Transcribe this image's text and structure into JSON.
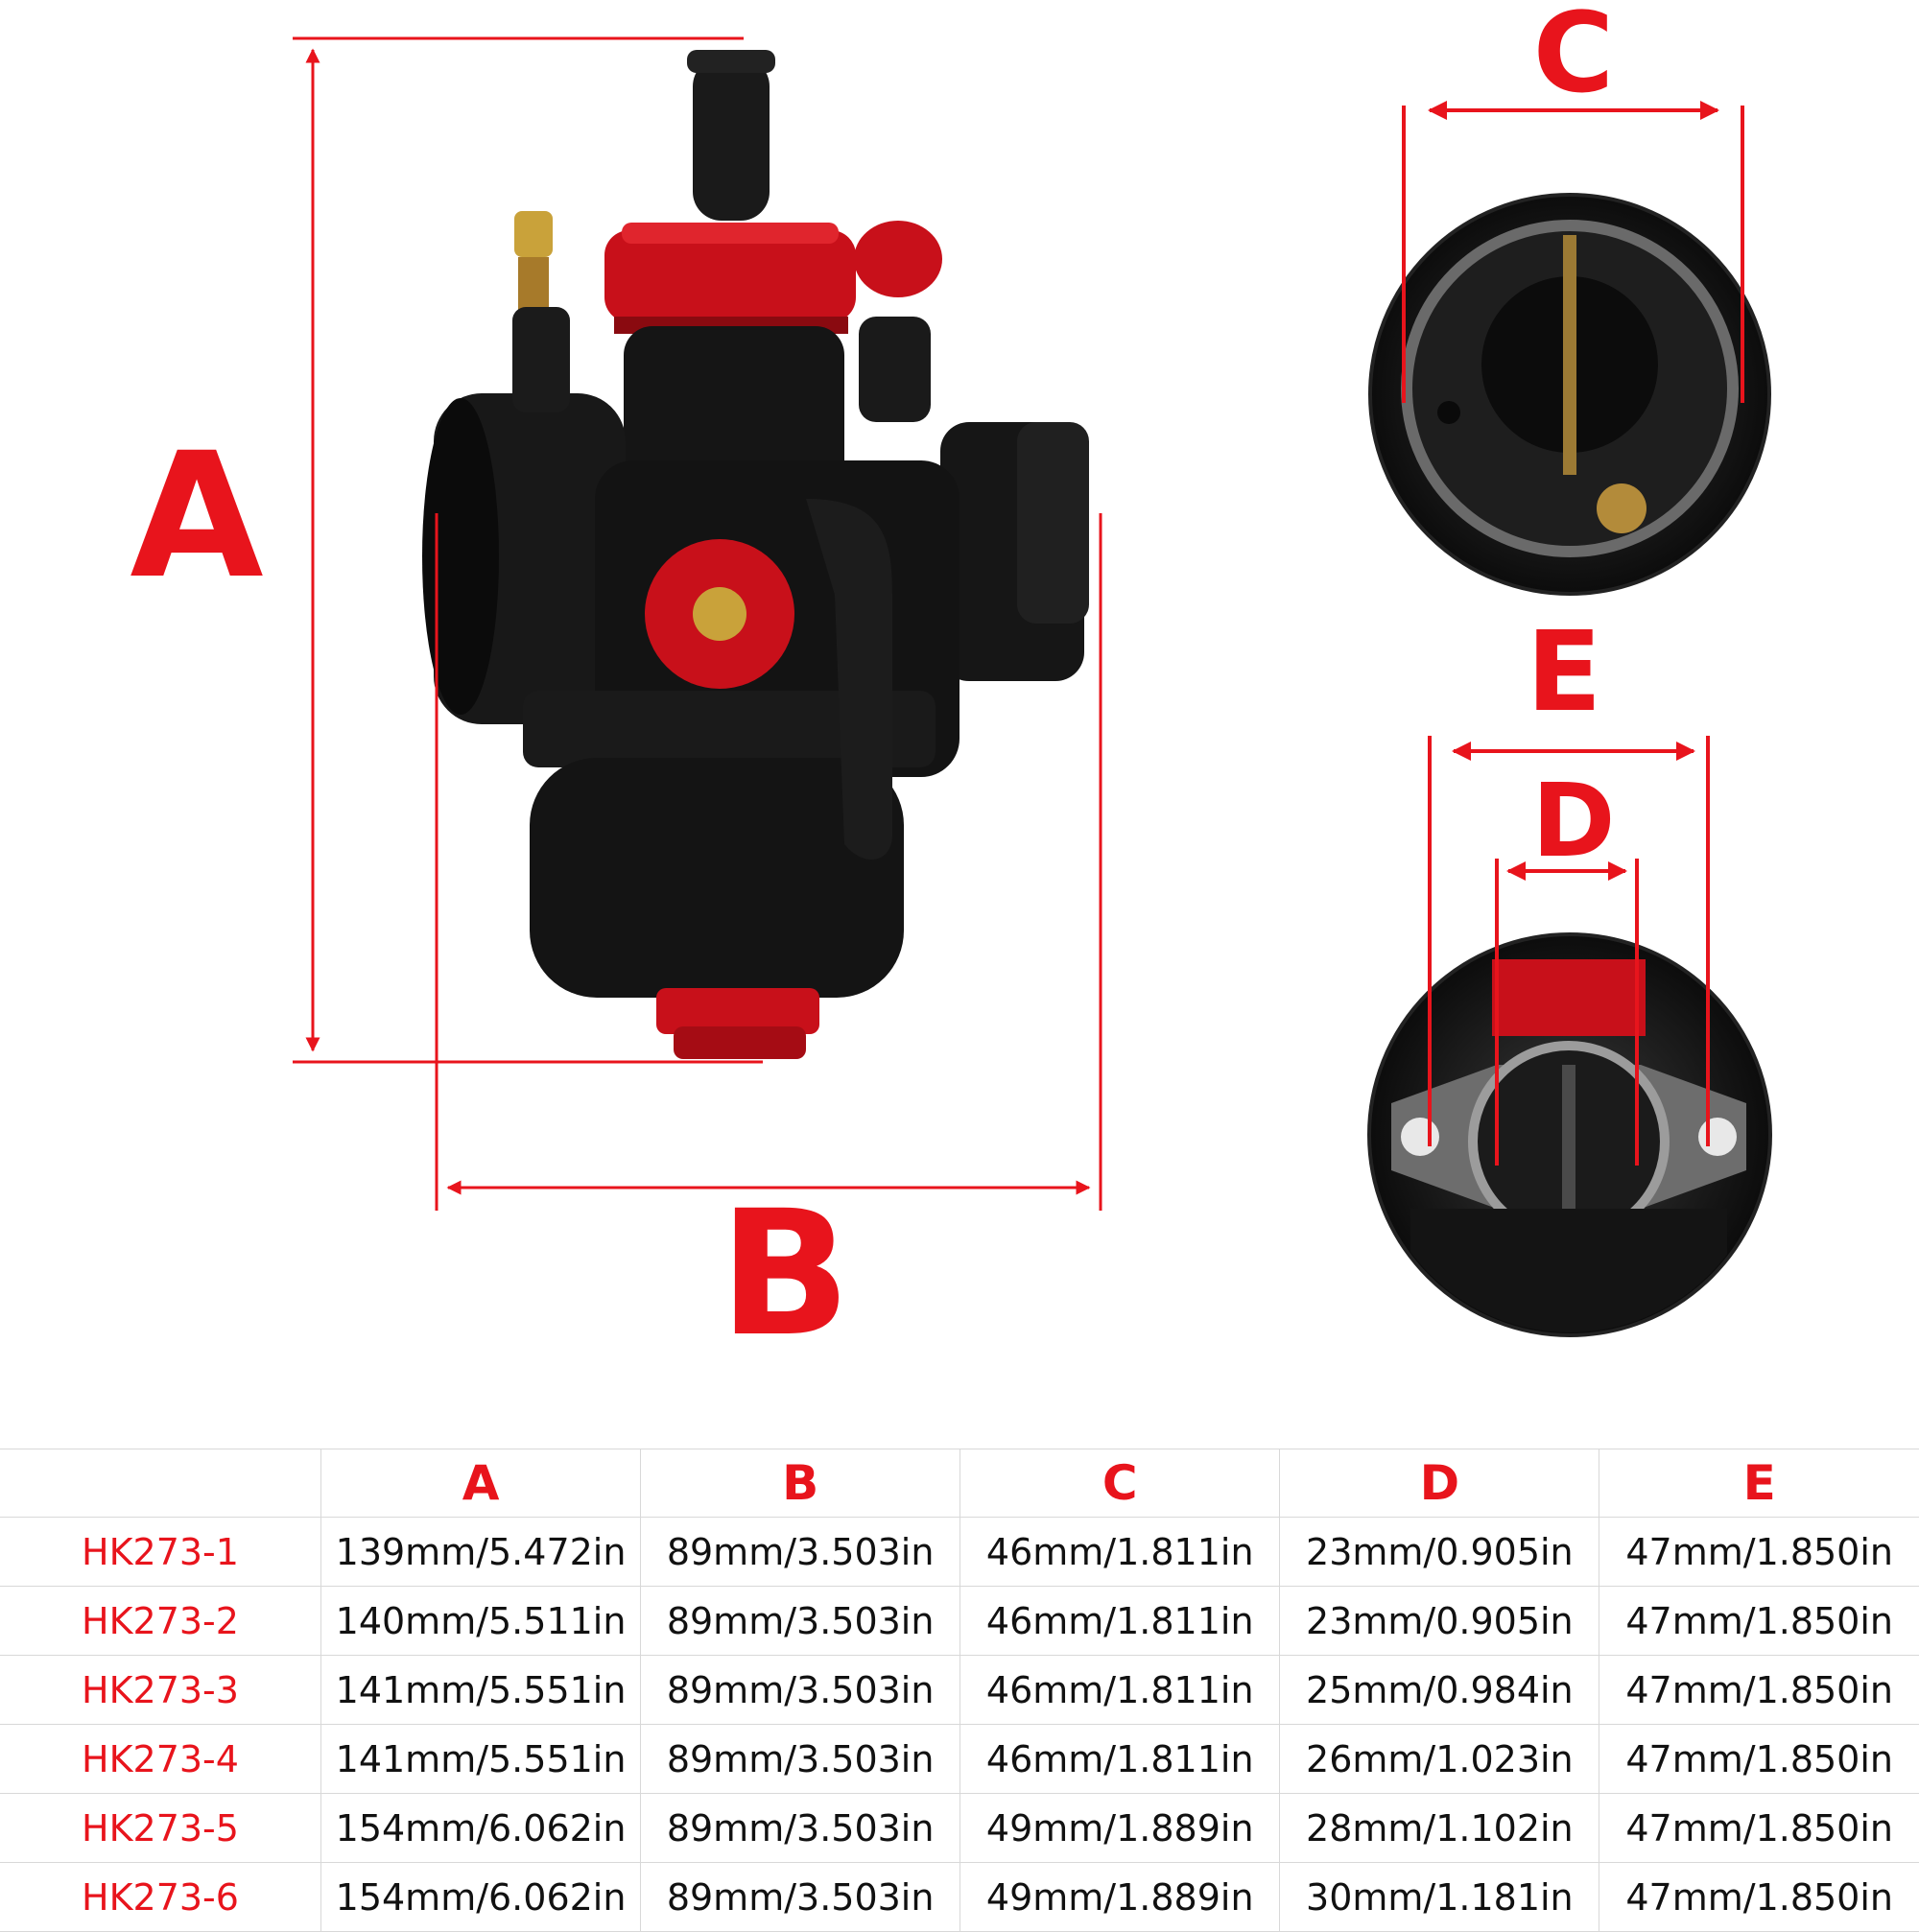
{
  "labels": {
    "a": "A",
    "b": "B",
    "c": "C",
    "d": "D",
    "e": "E"
  },
  "colors": {
    "accent": "#e8141c",
    "body": "#141414",
    "table_text": "#111111"
  },
  "table": {
    "headers": [
      "",
      "A",
      "B",
      "C",
      "D",
      "E"
    ],
    "rows": [
      {
        "model": "HK273-1",
        "a": "139mm/5.472in",
        "b": "89mm/3.503in",
        "c": "46mm/1.811in",
        "d": "23mm/0.905in",
        "e": "47mm/1.850in"
      },
      {
        "model": "HK273-2",
        "a": "140mm/5.511in",
        "b": "89mm/3.503in",
        "c": "46mm/1.811in",
        "d": "23mm/0.905in",
        "e": "47mm/1.850in"
      },
      {
        "model": "HK273-3",
        "a": "141mm/5.551in",
        "b": "89mm/3.503in",
        "c": "46mm/1.811in",
        "d": "25mm/0.984in",
        "e": "47mm/1.850in"
      },
      {
        "model": "HK273-4",
        "a": "141mm/5.551in",
        "b": "89mm/3.503in",
        "c": "46mm/1.811in",
        "d": "26mm/1.023in",
        "e": "47mm/1.850in"
      },
      {
        "model": "HK273-5",
        "a": "154mm/6.062in",
        "b": "89mm/3.503in",
        "c": "49mm/1.889in",
        "d": "28mm/1.102in",
        "e": "47mm/1.850in"
      },
      {
        "model": "HK273-6",
        "a": "154mm/6.062in",
        "b": "89mm/3.503in",
        "c": "49mm/1.889in",
        "d": "30mm/1.181in",
        "e": "47mm/1.850in"
      }
    ]
  }
}
